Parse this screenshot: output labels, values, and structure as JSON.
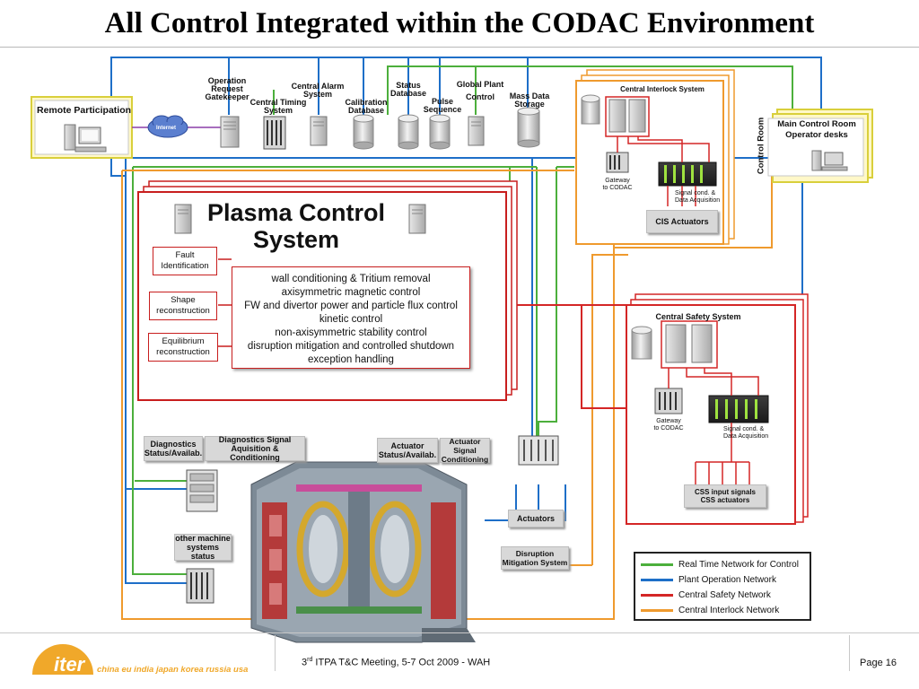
{
  "title": "All Control Integrated within the CODAC Environment",
  "top_systems": {
    "remote_participation": "Remote Participation",
    "internet": "Internet",
    "operation_request_gatekeeper": "Operation\nRequest\nGatekeeper",
    "central_alarm_system": "Central Alarm\nSystem",
    "central_timing_system": "Central Timing\nSystem",
    "calibration_database": "Calibration\nDatabase",
    "status_database": "Status\nDatabase",
    "pulse_sequence": "Pulse\nSequence",
    "global_plant_control": "Global Plant\nControl",
    "mass_data_storage": "Mass Data\nStorage"
  },
  "control_room": {
    "vertical_label": "Control Room",
    "main_control_room": "Main Control Room\nOperator desks"
  },
  "cis": {
    "title": "Central Interlock System",
    "gateway": "Gateway\nto CODAC",
    "signal_cond": "Signal cond. &\nData Acquisition",
    "actuators": "CIS Actuators"
  },
  "css": {
    "title": "Central Safety System",
    "gateway": "Gateway\nto CODAC",
    "signal_cond": "Signal cond. &\nData Acquisition",
    "inputs": "CSS input signals\nCSS actuators"
  },
  "pcs": {
    "title": "Plasma Control\nSystem",
    "fault_identification": "Fault\nIdentification",
    "shape_reconstruction": "Shape\nreconstruction",
    "equilibrium_reconstruction": "Equilibrium\nreconstruction",
    "tasks": [
      "wall conditioning & Tritium removal",
      "axisymmetric magnetic control",
      "FW and divertor power and particle flux control",
      "kinetic control",
      "non-axisymmetric stability control",
      "disruption mitigation and controlled shutdown",
      "exception handling"
    ]
  },
  "machine": {
    "diagnostics_status": "Diagnostics\nStatus/Availab.",
    "diagnostics_signal": "Diagnostics Signal\nAquisition & Conditioning",
    "actuator_status": "Actuator\nStatus/Availab.",
    "actuator_signal": "Actuator Signal\nConditioning",
    "actuators": "Actuators",
    "other_machine": "other machine\nsystems status",
    "disruption_mitigation": "Disruption\nMitigation System"
  },
  "legend": [
    {
      "label": "Real Time Network for Control",
      "color": "#4caf3c"
    },
    {
      "label": "Plant Operation Network",
      "color": "#1e6fc8"
    },
    {
      "label": "Central Safety Network",
      "color": "#d42626"
    },
    {
      "label": "Central Interlock Network",
      "color": "#ef9a2e"
    }
  ],
  "colors": {
    "rt_network": "#4caf3c",
    "plant_network": "#1e6fc8",
    "safety_network": "#d42626",
    "interlock_network": "#ef9a2e"
  },
  "footer": {
    "logo": "iter",
    "countries": "china eu india japan korea russia usa",
    "meeting_sup": "rd",
    "meeting_num": "3",
    "meeting_text": " ITPA T&C Meeting, 5-7 Oct 2009 - WAH",
    "page": "Page 16"
  }
}
